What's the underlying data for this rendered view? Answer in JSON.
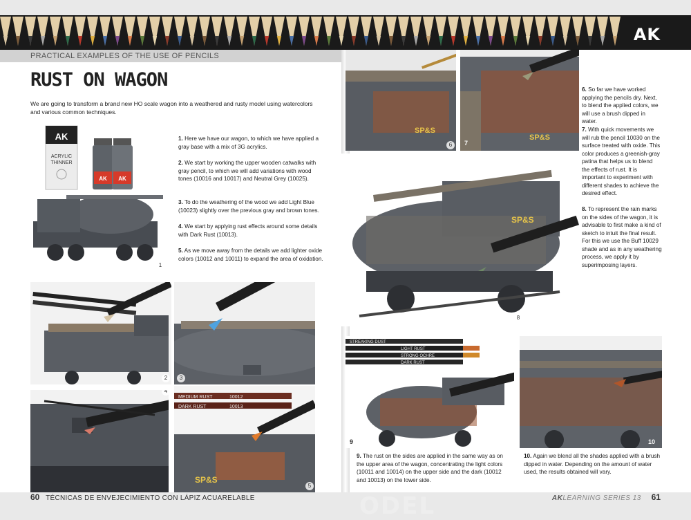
{
  "brand": {
    "logo": "AK"
  },
  "left": {
    "section_header": "Practical examples of the use of pencils",
    "title": "Rust on wagon",
    "intro": "We are going to transform a brand new HO scale wagon into a weathered and rusty model using watercolors and various common techniques.",
    "steps": [
      {
        "n": "1.",
        "text": "Here we have our wagon, to which we have applied a gray base with a mix of 3G acrylics."
      },
      {
        "n": "2.",
        "text": "We start by working the upper wooden catwalks with gray pencil, to which we will add variations with wood tones (10016 and 10017) and Neutral Grey (10025)."
      },
      {
        "n": "3.",
        "text": "To do the weathering of the wood we add Light Blue (10023) slightly over the previous gray and brown tones."
      },
      {
        "n": "4.",
        "text": "We start by applying rust effects around some details with Dark Rust (10013)."
      },
      {
        "n": "5.",
        "text": "As we move away from the details we add lighter oxide colors (10012 and 10011) to expand the area of oxidation."
      }
    ],
    "photo_labels": {
      "bottle1_line1": "AK",
      "bottle1_line2": "ACRYLIC",
      "bottle1_line3": "THINNER",
      "bottle_small": "AK",
      "pencil_a": "MEDIUM RUST",
      "pencil_a_code": "10012",
      "pencil_b": "DARK RUST",
      "pencil_b_code": "10013",
      "wagon_text": "SP&S"
    },
    "fig_numbers": [
      "1",
      "2",
      "3",
      "4",
      "5"
    ],
    "footer_page": "60",
    "footer_title": "Técnicas de envejecimiento con lápiz acuarelable"
  },
  "right": {
    "steps": [
      {
        "n": "6.",
        "text": "So far we have worked applying the pencils dry. Next, to blend the applied colors, we will use a brush dipped in water."
      },
      {
        "n": "7.",
        "text": "With quick movements we will rub the pencil 10030 on the surface treated with oxide. This color produces a greenish-gray patina that helps us to blend the effects of rust. It is important to experiment with different shades to achieve the desired effect."
      },
      {
        "n": "8.",
        "text": "To represent the rain marks on the sides of the wagon, it is advisable to first make a kind of sketch to intuit the final result. For this we use the Buff 10029 shade and as in any weathering process, we apply it by superimposing layers."
      },
      {
        "n": "9.",
        "text": "The rust on the sides are applied in the same way as on the upper area of the wagon, concentrating the light colors (10011 and 10014) on the upper side and the dark (10012 and 10013) on the lower side."
      },
      {
        "n": "10.",
        "text": "Again we blend all the shades applied with a brush dipped in water. Depending on the amount of water used, the results obtained will vary."
      }
    ],
    "photo_labels": {
      "pencil_1": "STREAKING DUST",
      "pencil_2": "LIGHT RUST",
      "pencil_3": "STRONG OCHRE",
      "pencil_4": "DARK RUST",
      "wagon_text": "SP&S"
    },
    "fig_numbers": [
      "6",
      "7",
      "8",
      "9",
      "10"
    ],
    "footer_series_ak": "AK",
    "footer_series": "LEARNING SERIES 13",
    "footer_page": "61",
    "watermark": "ODEL"
  },
  "colors": {
    "band": "#1a1a1a",
    "header_gray": "#d2d2d2",
    "wagon_gray": "#5c6066",
    "rust": "#b0562a",
    "wood": "#8a7a66"
  }
}
